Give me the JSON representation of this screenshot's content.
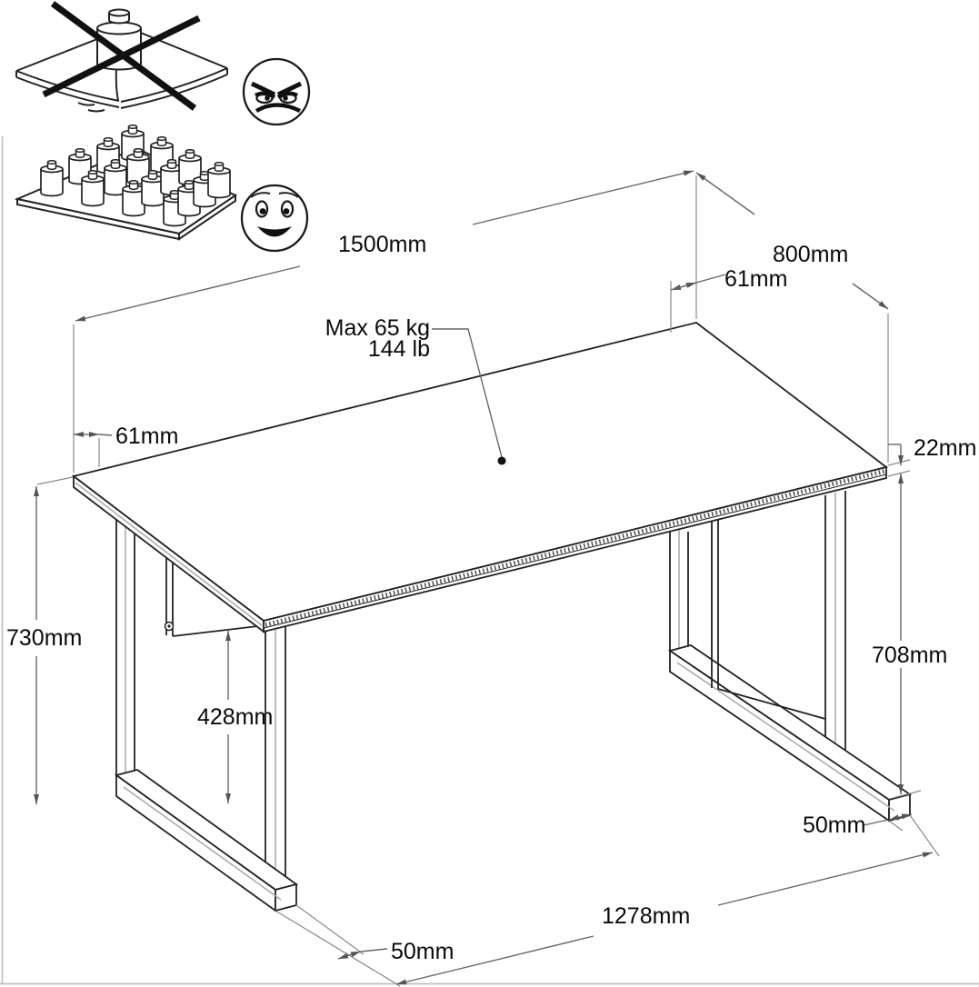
{
  "page": {
    "background": "#ffffff",
    "outline_color": "#222222",
    "dimension_color": "#666666",
    "border_color": "#b8b8b8"
  },
  "load_instructions": {
    "incorrect_icon": "single-point-load-crossed-icon",
    "incorrect_face": "angry-face-icon",
    "correct_icon": "distributed-load-icon",
    "correct_face": "happy-face-icon",
    "max_load_line1": "Max 65 kg",
    "max_load_line2": "144 lb"
  },
  "dimensions": {
    "length": "1500mm",
    "depth": "800mm",
    "height": "730mm",
    "top_thickness": "22mm",
    "leg_height": "708mm",
    "leg_inset_back": "61mm",
    "leg_inset_left": "61mm",
    "underpanel_clearance": "428mm",
    "foot_profile_left": "50mm",
    "foot_profile_right": "50mm",
    "distance_between_legs": "1278mm"
  }
}
